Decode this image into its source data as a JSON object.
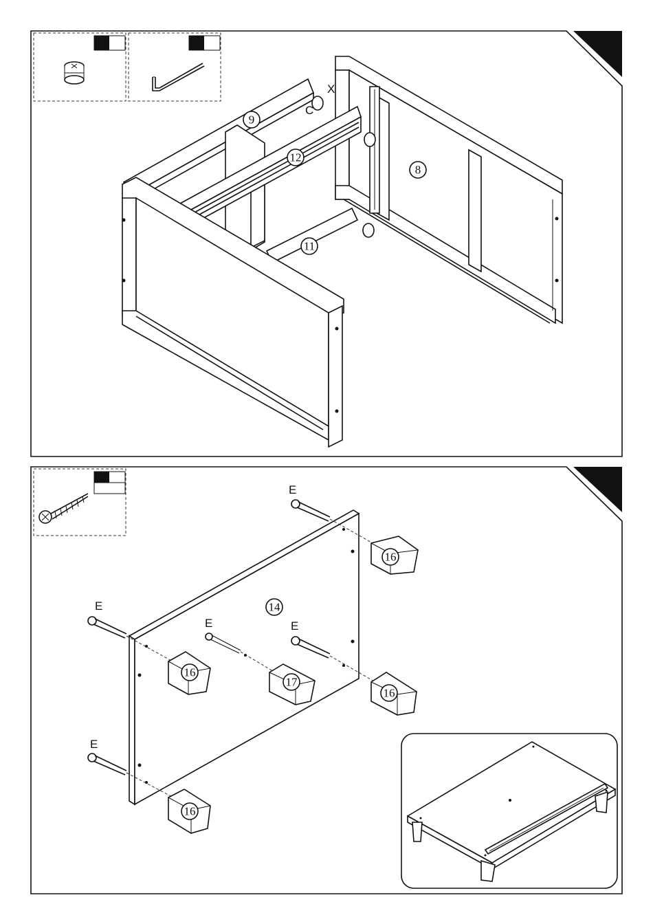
{
  "step1": {
    "labels": {
      "x": "X",
      "c": "C"
    },
    "parts": {
      "p9": "9",
      "p12": "12",
      "p8": "8",
      "p11": "11"
    }
  },
  "step2": {
    "screw_letter": "E",
    "parts": {
      "p14": "14",
      "p16": "16",
      "p17": "17"
    }
  },
  "colors": {
    "ink": "#111111",
    "paper": "#ffffff"
  },
  "icons": [
    "cam-lock-icon",
    "allen-key-icon",
    "screw-icon",
    "step-corner-flag-icon"
  ]
}
